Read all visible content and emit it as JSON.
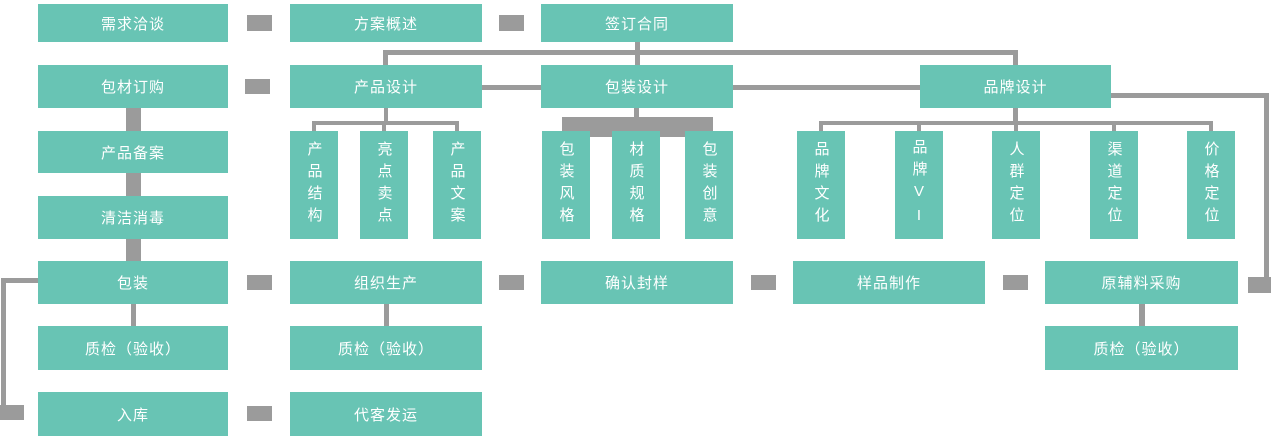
{
  "diagram": {
    "type": "flowchart",
    "language": "zh-CN",
    "colors": {
      "node_fill": "#68C4B4",
      "node_text": "#FFFFFF",
      "connector": "#9B9B9B",
      "background": "#FFFFFF"
    }
  },
  "nodes": {
    "demand_talk": "需求洽谈",
    "proposal_overview": "方案概述",
    "sign_contract": "签订合同",
    "packaging_material_order": "包材订购",
    "product_design": "产品设计",
    "package_design": "包装设计",
    "brand_design": "品牌设计",
    "product_filing": "产品备案",
    "cleaning_disinfect": "清洁消毒",
    "packing": "包装",
    "qc_left": "质检（验收）",
    "warehousing": "入库",
    "product_structure": "产品结构",
    "highlight_selling": "亮点卖点",
    "product_copy": "产品文案",
    "package_style": "包装风格",
    "material_spec": "材质规格",
    "package_creative": "包装创意",
    "brand_culture": "品牌文化",
    "brand_vi": "品牌VI",
    "crowd_positioning": "人群定位",
    "channel_positioning": "渠道定位",
    "price_positioning": "价格定位",
    "organize_production": "组织生产",
    "confirm_sample": "确认封样",
    "sample_making": "样品制作",
    "raw_material_purchase": "原辅料采购",
    "qc_mid": "质检（验收）",
    "qc_right": "质检（验收）",
    "customer_shipping": "代客发运"
  }
}
